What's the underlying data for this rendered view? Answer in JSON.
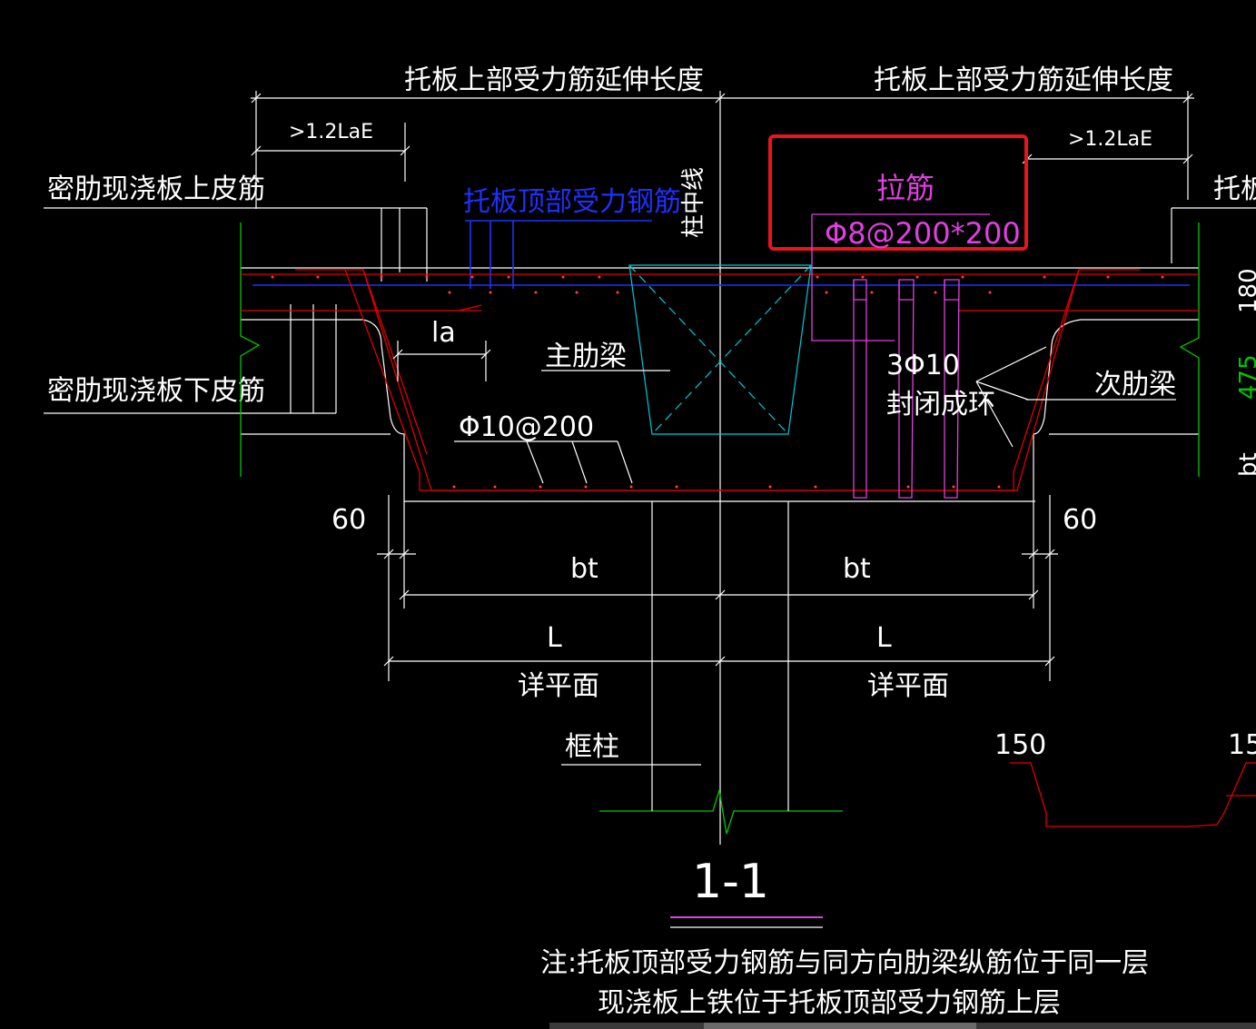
{
  "drawing": {
    "top_ext_left": "托板上部受力筋延伸长度",
    "top_ext_right": "托板上部受力筋延伸长度",
    "lae_left": ">1.2LaE",
    "lae_right": ">1.2LaE",
    "slab_top_bar": "密肋现浇板上皮筋",
    "slab_bottom_bar": "密肋现浇板下皮筋",
    "cap_top_rebar": "托板顶部受力钢筋",
    "column_centerline": "柱中线",
    "tie_bar": "拉筋",
    "tie_bar_spec": "Φ8@200*200",
    "la": "la",
    "main_rib_beam": "主肋梁",
    "stirrup_spec": "Φ10@200",
    "closed_ring_count": "3Φ10",
    "closed_ring": "封闭成环",
    "secondary_rib_beam": "次肋梁",
    "dim_60_left": "60",
    "dim_60_right": "60",
    "bt_left": "bt",
    "bt_right": "bt",
    "L_left": "L",
    "L_right": "L",
    "detail_plan_left": "详平面",
    "detail_plan_right": "详平面",
    "frame_column": "框柱",
    "right_partial_label": "托板",
    "dim_180": "180",
    "dim_475": "475",
    "dim_bt_vertical": "bt",
    "dim_150": "150",
    "dim_150_partial": "15",
    "section_title": "1-1",
    "note_line1": "注:托板顶部受力钢筋与同方向肋梁纵筋位于同一层",
    "note_line2": "现浇板上铁位于托板顶部受力钢筋上层"
  },
  "colors": {
    "background": "#000000",
    "dimension": "#ffffff",
    "rebar": "#e00000",
    "top_rebar": "#2030ff",
    "column": "#00c8d8",
    "tie": "#e040e0",
    "break_line": "#00c800",
    "highlight_box": "#e8141e"
  }
}
